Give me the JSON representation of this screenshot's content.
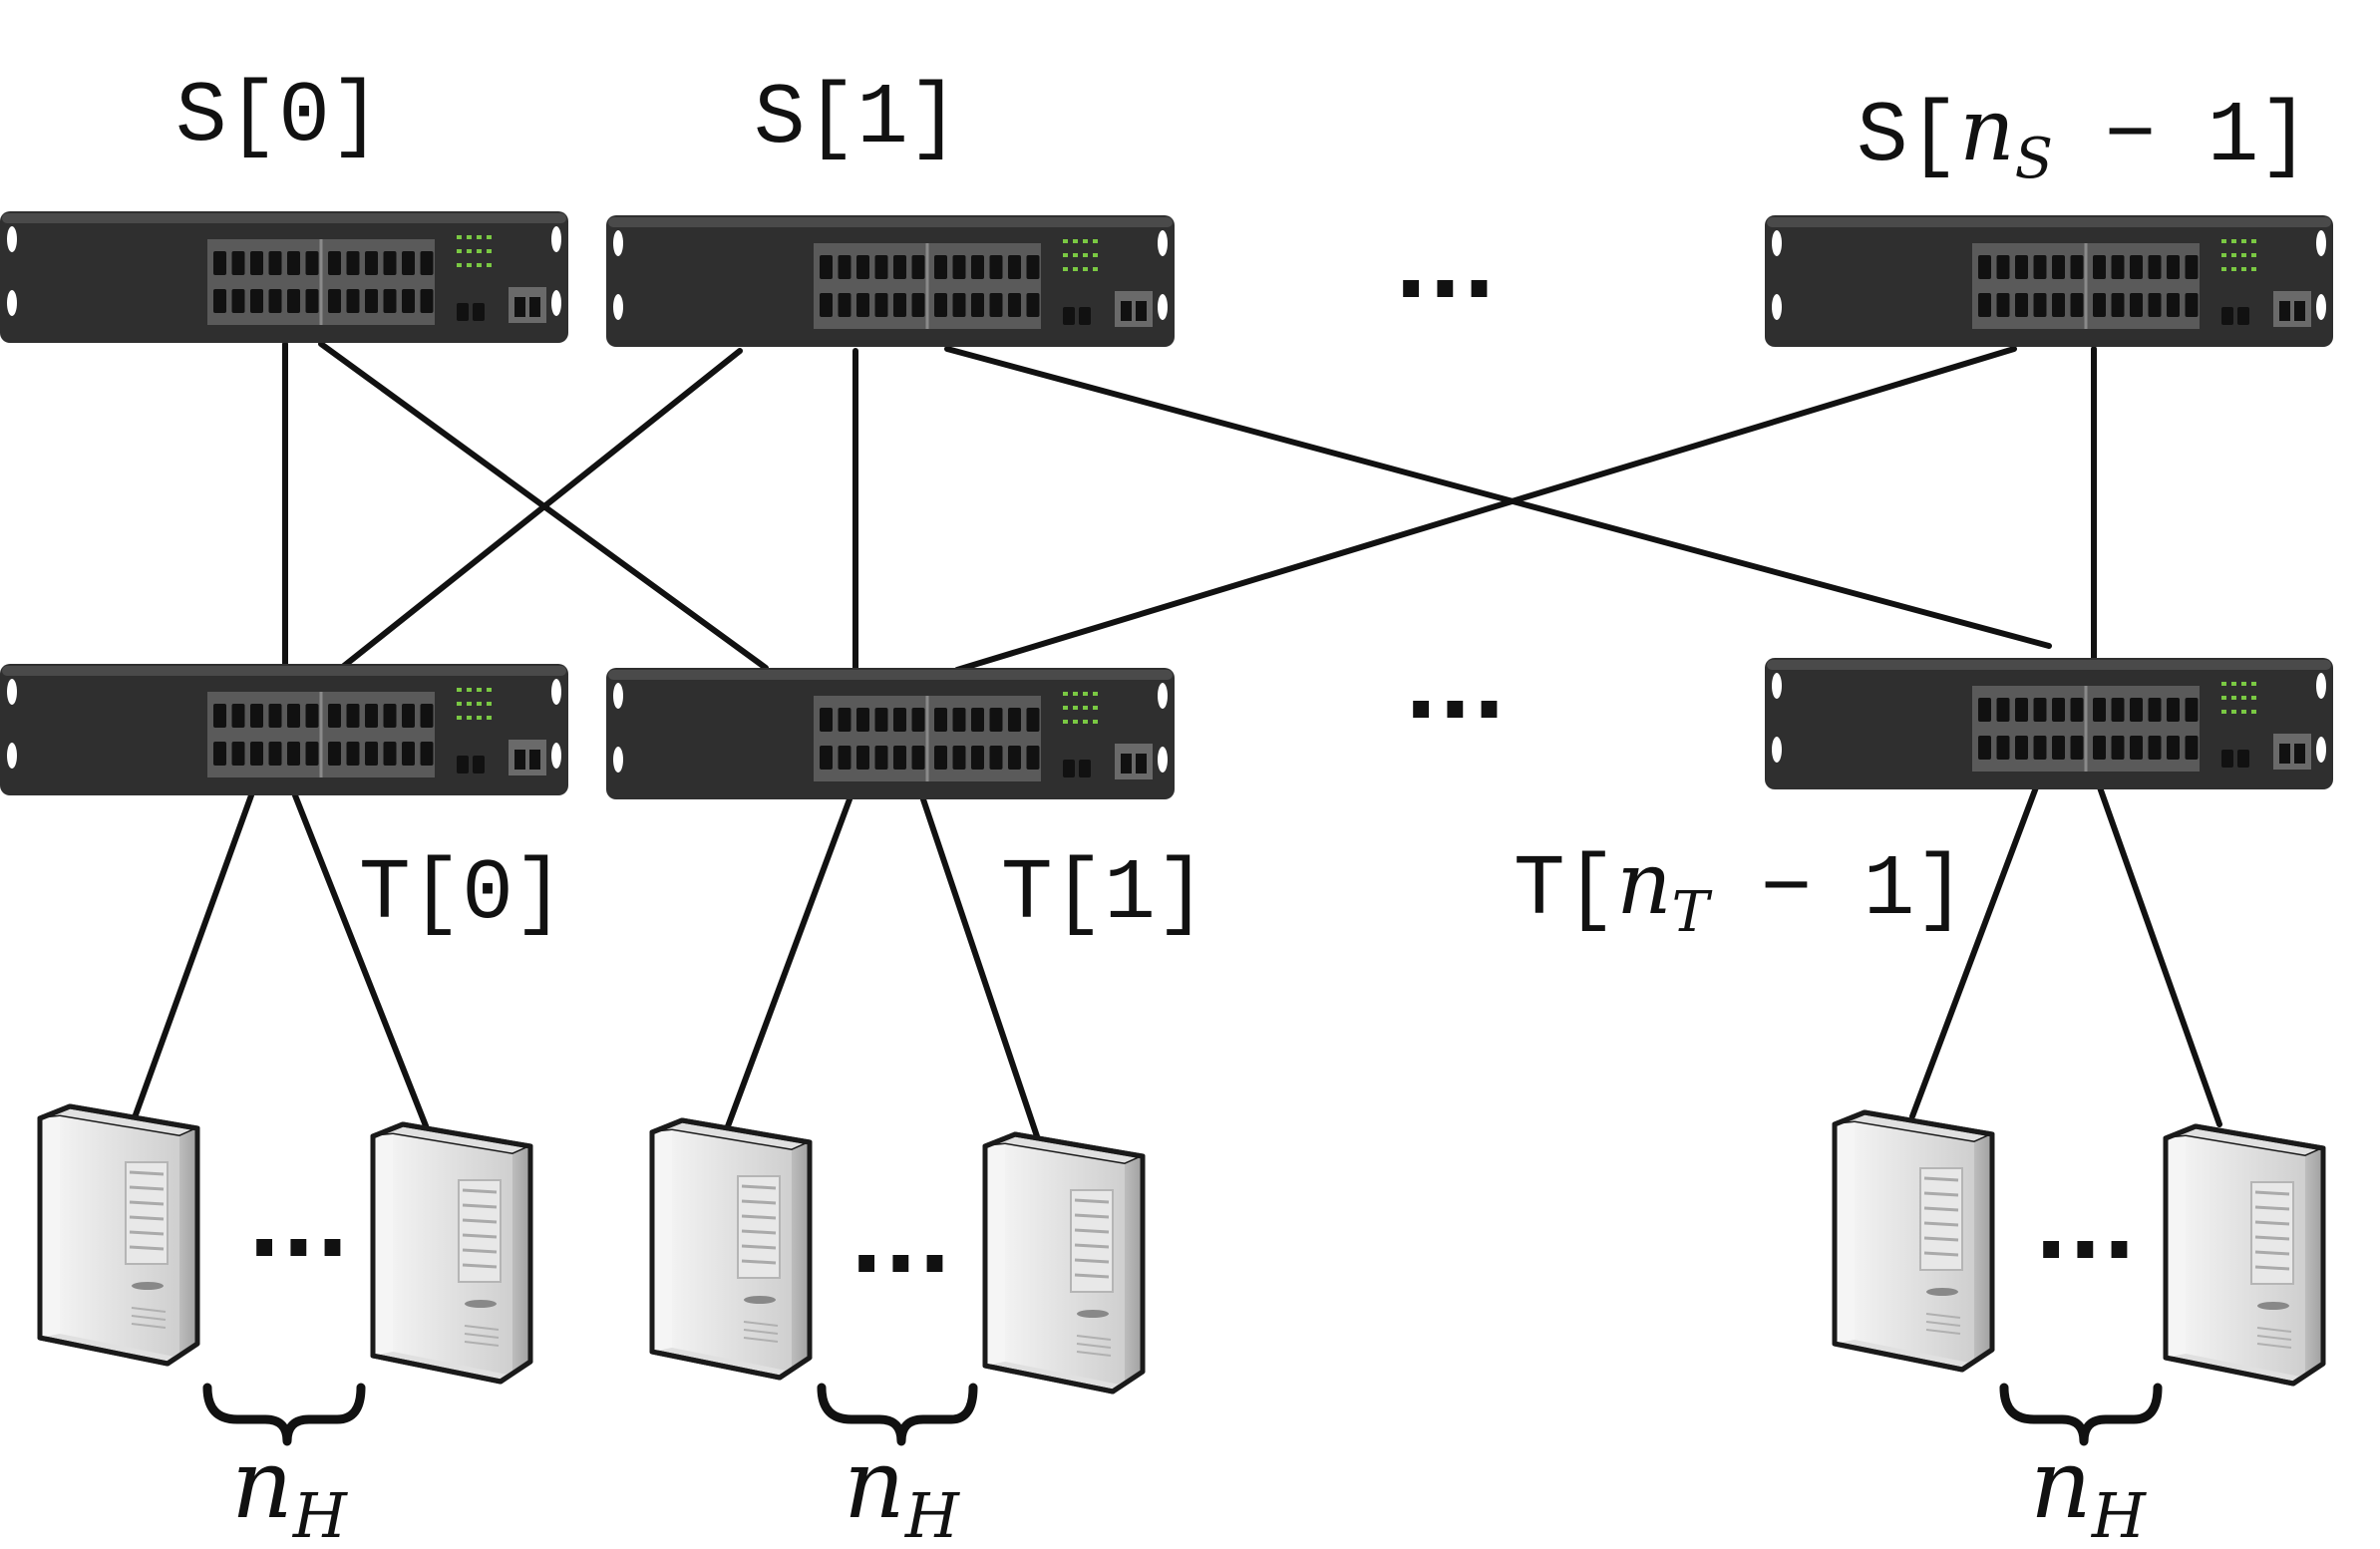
{
  "spine_labels": {
    "s0": {
      "prefix": "S[0]"
    },
    "s1": {
      "prefix": "S[1]"
    },
    "slast": {
      "prefix": "S[",
      "var": "n",
      "sub": "S",
      "suffix": " − 1]"
    }
  },
  "tor_labels": {
    "t0": {
      "prefix": "T[0]"
    },
    "t1": {
      "prefix": "T[1]"
    },
    "tlast": {
      "prefix": "T[",
      "var": "n",
      "sub": "T",
      "suffix": " − 1]"
    }
  },
  "ellipsis": "...",
  "host_group_label": {
    "var": "n",
    "sub": "H"
  },
  "colors": {
    "switch_body": "#2f2f2f",
    "switch_port": "#111111",
    "switch_led": "#7ac943",
    "link": "#111111",
    "server_body": "#d9d9d9"
  },
  "icons": {
    "switch": "network-switch-icon",
    "server": "server-tower-icon"
  }
}
